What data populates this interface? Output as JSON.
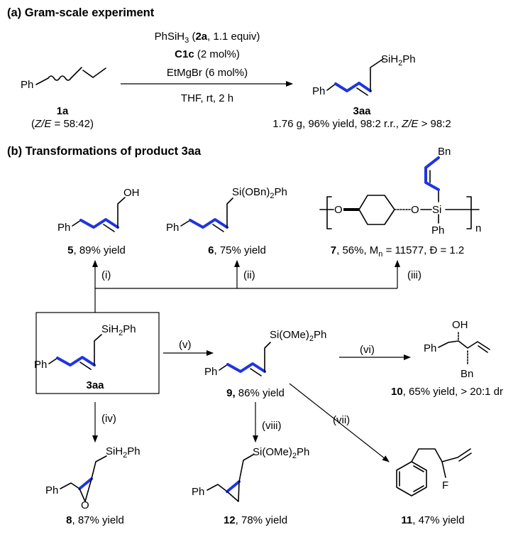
{
  "sections": {
    "a_title": "(a) Gram-scale experiment",
    "b_title": "(b) Transformations of product 3aa"
  },
  "gram_scale": {
    "reagent_ph": "PhSiH",
    "reagent_sub": "3",
    "reagent_rest_open": " (",
    "reagent_2a": "2a",
    "reagent_equiv": ", 1.1 equiv)",
    "catalyst": "C1c",
    "catalyst_loading": " (2 mol%)",
    "grignard": "EtMgBr (6 mol%)",
    "conditions": "THF, rt, 2 h",
    "sm_label": "1a",
    "sm_ratio_open": "(",
    "sm_ratio_ze": "Z/E",
    "sm_ratio_value": " = 58:42)",
    "product_label": "3aa",
    "product_yield": "1.76 g, 96% yield, 98:2 r.r., ",
    "product_ze": "Z/E",
    "product_ze_value": " > 98:2"
  },
  "groups": {
    "ph": "Ph",
    "oh": "OH",
    "sih2ph_a": "SiH",
    "sih2ph_sub": "2",
    "sih2ph_b": "Ph",
    "si_obn": "Si(OBn)",
    "si_obn_sub": "2",
    "si_obn_ph": "Ph",
    "si_ome": "Si(OMe)",
    "si_ome_sub": "2",
    "si_ome_ph": "Ph",
    "bn": "Bn",
    "si": "Si",
    "o": "O",
    "f": "F",
    "n": "n"
  },
  "compounds": {
    "c5_label": "5",
    "c5_yield": ", 89% yield",
    "c6_label": "6",
    "c6_yield": ", 75% yield",
    "c7_label": "7",
    "c7_text": ", 56%, M",
    "c7_sub": "n",
    "c7_text2": " = 11577, Đ = 1.2",
    "c3aa_label": "3aa",
    "c9_label": "9,",
    "c9_yield": " 86% yield",
    "c10_label": "10",
    "c10_yield": ", 65% yield, > 20:1 dr",
    "c8_label": "8",
    "c8_yield": ", 87% yield",
    "c12_label": "12",
    "c12_yield": ", 78% yield",
    "c11_label": "11",
    "c11_yield": ", 47% yield"
  },
  "steps": {
    "i": "(i)",
    "ii": "(ii)",
    "iii": "(iii)",
    "iv": "(iv)",
    "v": "(v)",
    "vi": "(vi)",
    "vii": "(vii)",
    "viii": "(viii)"
  },
  "colors": {
    "highlight_bond": "#1e35e0",
    "ink": "#000000"
  }
}
